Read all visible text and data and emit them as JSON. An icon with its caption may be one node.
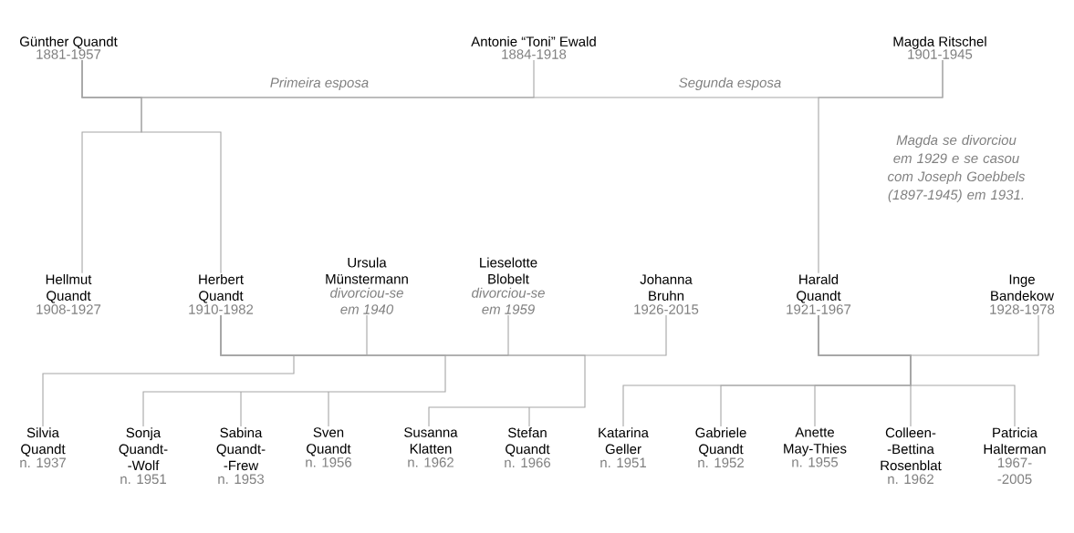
{
  "diagram": {
    "nodes": [
      {
        "text": [
          "Günther Quandt",
          "1881-1957"
        ]
      },
      {
        "text": [
          "Antonie “Toni” Ewald",
          "1884-1918"
        ]
      },
      {
        "text": [
          "Magda Ritschel",
          "1901-1945"
        ]
      },
      {
        "text": [
          "Hellmut Quandt",
          "1908-1927"
        ]
      },
      {
        "text": [
          "Herbert Quandt",
          "1910-1982"
        ]
      },
      {
        "text": [
          "Ursula Münstermann",
          "divorciou-se em 1940"
        ]
      },
      {
        "text": [
          "Lieselotte Blobelt",
          "divorciou-se em 1959"
        ]
      },
      {
        "text": [
          "Johanna Bruhn",
          "1926-2015"
        ]
      },
      {
        "text": [
          "Harald Quandt",
          "1921-1967"
        ]
      },
      {
        "text": [
          "Inge Bandekow",
          "1928-1978"
        ]
      },
      {
        "text": [
          "Silvia Quandt",
          "n. 1937"
        ]
      },
      {
        "text": [
          "Sonja Quandt- -Wolf",
          "n. 1951"
        ]
      },
      {
        "text": [
          "Sabina Quandt- -Frew",
          "n. 1953"
        ]
      },
      {
        "text": [
          "Sven Quandt",
          "n. 1956"
        ]
      },
      {
        "text": [
          "Susanna Klatten",
          "n. 1962"
        ]
      },
      {
        "text": [
          "Stefan Quandt",
          "n. 1966"
        ]
      },
      {
        "text": [
          "Katarina Geller",
          "n. 1951"
        ]
      },
      {
        "text": [
          "Gabriele Quandt",
          "n. 1952"
        ]
      },
      {
        "text": [
          "Anette May-Thies",
          "n. 1955"
        ]
      },
      {
        "text": [
          "Colleen- -Bettina Rosenblat",
          "n. 1962"
        ]
      },
      {
        "text": [
          "Patricia Halterman",
          "1967- -2005"
        ]
      }
    ],
    "edges": [
      {
        "from": 0,
        "to": 1,
        "arrow": "none",
        "label": "Primeira esposa"
      },
      {
        "from": 0,
        "to": 2,
        "arrow": "none",
        "label": "Segunda esposa"
      },
      {
        "from": 0,
        "to": 3,
        "arrow": "none"
      },
      {
        "from": 0,
        "to": 4,
        "arrow": "none"
      },
      {
        "from": 2,
        "to": 8,
        "arrow": "none"
      },
      {
        "from": 4,
        "to": 5,
        "arrow": "none"
      },
      {
        "from": 4,
        "to": 6,
        "arrow": "none"
      },
      {
        "from": 4,
        "to": 7,
        "arrow": "none"
      },
      {
        "from": 8,
        "to": 9,
        "arrow": "none"
      },
      {
        "from": 4,
        "to": 10,
        "arrow": "none"
      },
      {
        "from": 4,
        "to": 11,
        "arrow": "none"
      },
      {
        "from": 4,
        "to": 12,
        "arrow": "none"
      },
      {
        "from": 4,
        "to": 13,
        "arrow": "none"
      },
      {
        "from": 4,
        "to": 14,
        "arrow": "none"
      },
      {
        "from": 4,
        "to": 15,
        "arrow": "none"
      },
      {
        "from": 8,
        "to": 16,
        "arrow": "none"
      },
      {
        "from": 8,
        "to": 17,
        "arrow": "none"
      },
      {
        "from": 8,
        "to": 18,
        "arrow": "none"
      },
      {
        "from": 8,
        "to": 19,
        "arrow": "none"
      },
      {
        "from": 8,
        "to": 20,
        "arrow": "none"
      }
    ],
    "labels": [
      "Magda se divorciou em 1929 e se casou com Joseph Goebbels (1897-1945) em 1931."
    ]
  }
}
